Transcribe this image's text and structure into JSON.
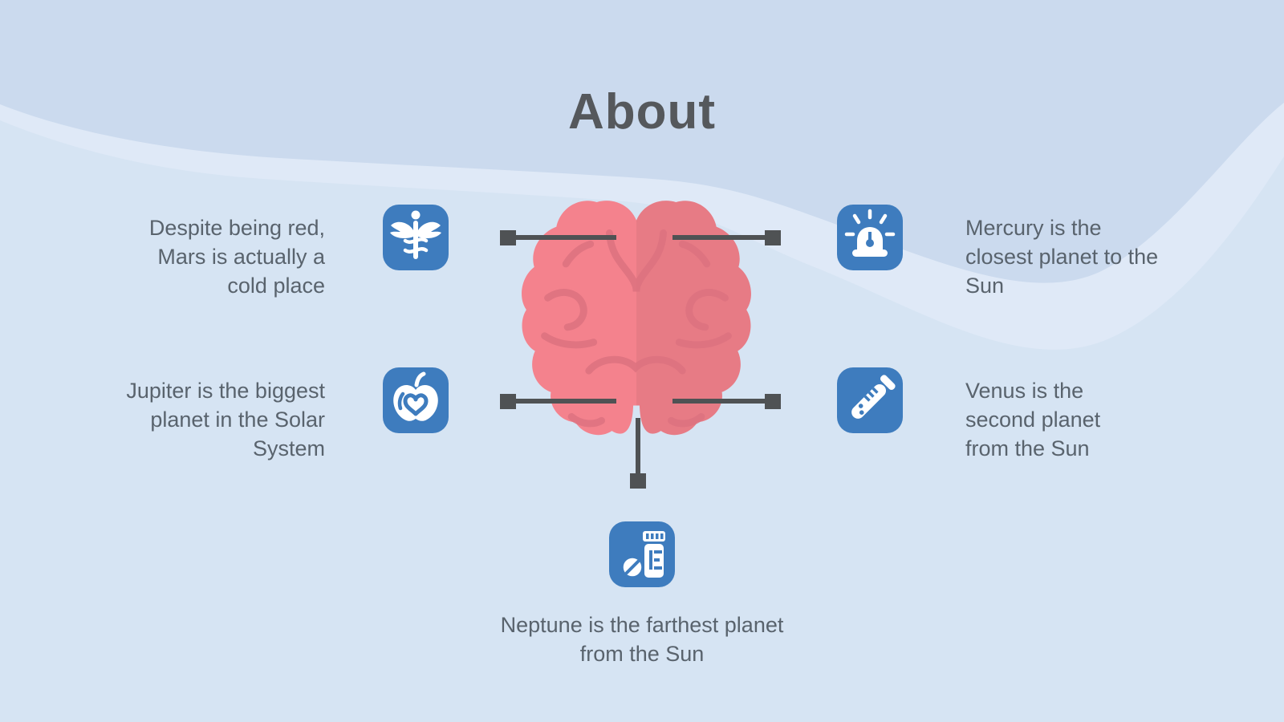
{
  "slide": {
    "title": "About",
    "background": {
      "base_color": "#d6e4f3",
      "top_band_color": "#cbdaee",
      "highlight_band_color": "#dfe9f7"
    },
    "colors": {
      "icon_blue": "#3e7cbe",
      "icon_glyph": "#ffffff",
      "brain_pink": "#f4828d",
      "brain_fold_pink": "#dd7280",
      "connector_gray": "#4f5254",
      "title_text": "#55585c",
      "body_text": "#59636d"
    },
    "illustration": {
      "name": "brain-top-view",
      "color": "#f4828d"
    },
    "facts": [
      {
        "position": "top-left",
        "icon": "caduceus-icon",
        "text": "Despite being red, Mars is actually a cold place"
      },
      {
        "position": "middle-left",
        "icon": "apple-heart-icon",
        "text": "Jupiter is the biggest planet in the Solar System"
      },
      {
        "position": "top-right",
        "icon": "siren-icon",
        "text": "Mercury is the closest planet to the Sun"
      },
      {
        "position": "middle-right",
        "icon": "test-tube-icon",
        "text": "Venus is the second planet from the Sun"
      },
      {
        "position": "bottom",
        "icon": "pill-bottle-icon",
        "text": "Neptune is the farthest planet from the Sun"
      }
    ]
  }
}
